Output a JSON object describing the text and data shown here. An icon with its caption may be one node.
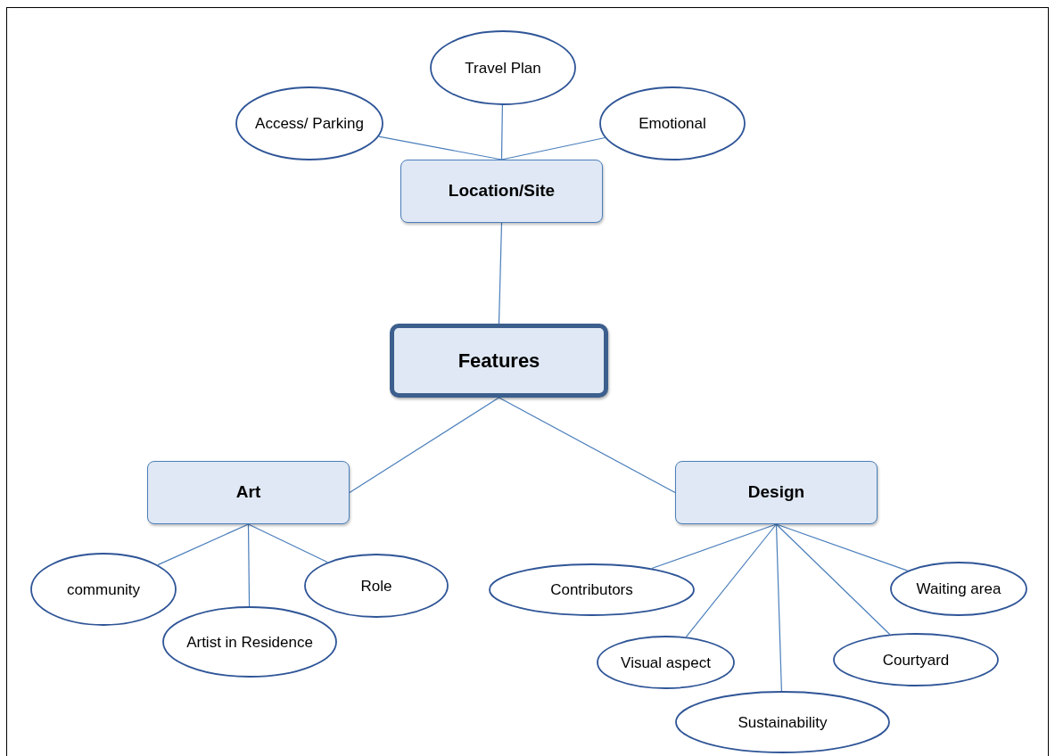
{
  "diagram": {
    "nodes": [
      {
        "text": [
          "Travel Plan"
        ]
      },
      {
        "text": [
          "Access/ Parking"
        ]
      },
      {
        "text": [
          "Emotional"
        ]
      },
      {
        "text": [
          "Location/Site"
        ]
      },
      {
        "text": [
          "Features"
        ]
      },
      {
        "text": [
          "Art"
        ]
      },
      {
        "text": [
          "Design"
        ]
      },
      {
        "text": [
          "community"
        ]
      },
      {
        "text": [
          "Role"
        ]
      },
      {
        "text": [
          "Artist in Residence"
        ]
      },
      {
        "text": [
          "Contributors"
        ]
      },
      {
        "text": [
          "Waiting area"
        ]
      },
      {
        "text": [
          "Visual aspect"
        ]
      },
      {
        "text": [
          "Courtyard"
        ]
      },
      {
        "text": [
          "Sustainability"
        ]
      }
    ],
    "edges": [
      {
        "from": 3,
        "to": 0,
        "arrow": "none"
      },
      {
        "from": 3,
        "to": 1,
        "arrow": "none"
      },
      {
        "from": 3,
        "to": 2,
        "arrow": "none"
      },
      {
        "from": 4,
        "to": 3,
        "arrow": "none"
      },
      {
        "from": 4,
        "to": 5,
        "arrow": "none"
      },
      {
        "from": 4,
        "to": 6,
        "arrow": "none"
      },
      {
        "from": 5,
        "to": 7,
        "arrow": "none"
      },
      {
        "from": 5,
        "to": 9,
        "arrow": "none"
      },
      {
        "from": 5,
        "to": 8,
        "arrow": "none"
      },
      {
        "from": 6,
        "to": 10,
        "arrow": "none"
      },
      {
        "from": 6,
        "to": 12,
        "arrow": "none"
      },
      {
        "from": 6,
        "to": 14,
        "arrow": "none"
      },
      {
        "from": 6,
        "to": 13,
        "arrow": "none"
      },
      {
        "from": 6,
        "to": 11,
        "arrow": "none"
      }
    ]
  }
}
